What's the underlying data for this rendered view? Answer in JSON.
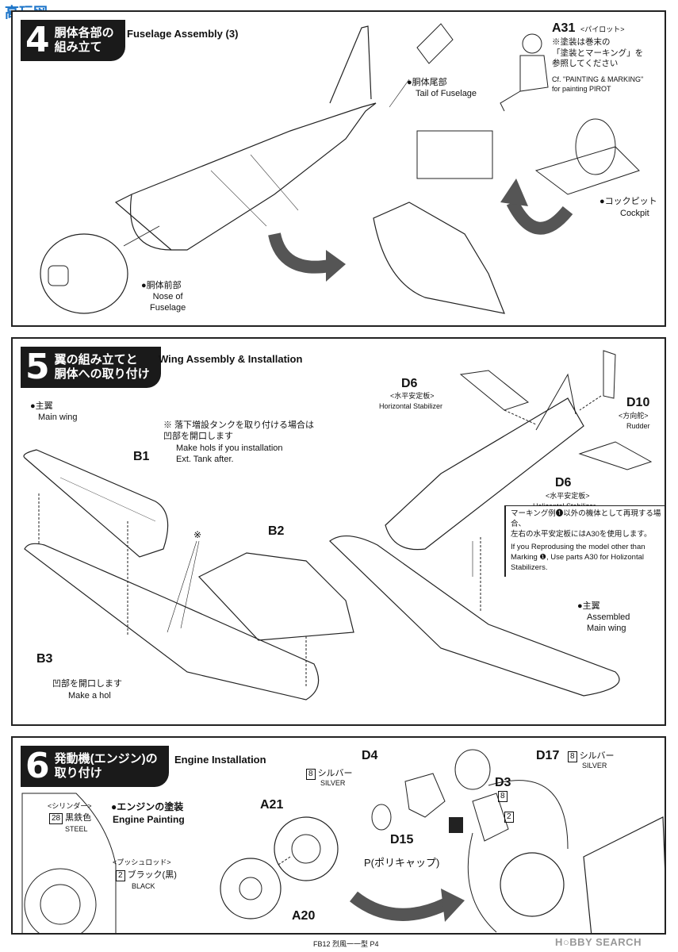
{
  "site_logo": {
    "text": "高玩网"
  },
  "step4": {
    "num": "4",
    "jp": "胴体各部の\n組み立て",
    "en": "Fuselage Assembly (3)",
    "tail_jp": "●胴体尾部",
    "tail_en": "Tail of Fuselage",
    "nose_jp": "●胴体前部",
    "nose_en": "Nose of\nFuselage",
    "cockpit_jp": "●コックピット",
    "cockpit_en": "Cockpit",
    "pilot_part": "A31",
    "pilot_jp": "<パイロット>",
    "pilot_note_jp": "※塗装は巻末の\n「塗装とマーキング」を\n参照してください",
    "pilot_note_en": "Cf. \"PAINTING & MARKING\"\nfor painting PIROT"
  },
  "step5": {
    "num": "5",
    "jp": "翼の組み立てと\n胴体への取り付け",
    "en": "Wing Assembly & Installation",
    "mainwing_jp": "●主翼",
    "mainwing_en": "Main wing",
    "hole_note_jp": "※ 落下増設タンクを取り付ける場合は\n凹部を開口します",
    "hole_note_en": "Make hols if you installation\nExt. Tank after.",
    "b1": "B1",
    "b2": "B2",
    "b3": "B3",
    "asterisk": "※",
    "open_jp": "凹部を開口します",
    "open_en": "Make a hol",
    "d6_top": "D6",
    "d6_top_jp": "<水平安定板>",
    "d6_top_en": "Horizontal Stabilizer",
    "d10": "D10",
    "d10_jp": "<方向舵>",
    "d10_en": "Rudder",
    "d6_bot": "D6",
    "d6_bot_jp": "<水平安定板>",
    "d6_bot_en": "Holizontal Stabilizer",
    "marking_note_jp": "マーキング例❶以外の機体として再現する場合、\n左右の水平安定板にはA30を使用します。",
    "marking_note_en": "If you Reprodusing the model other than\nMarking ❶, Use parts A30 for Holizontal\nStabilizers.",
    "assembled_jp": "●主翼",
    "assembled_en": "Assembled\nMain wing"
  },
  "step6": {
    "num": "6",
    "jp": "発動機(エンジン)の\n取り付け",
    "en": "Engine Installation",
    "cyl_jp": "<シリンダー>",
    "cyl_num": "28",
    "cyl_color_jp": "黒鉄色",
    "cyl_color_en": "STEEL",
    "paint_jp": "●エンジンの塗装",
    "paint_en": "Engine Painting",
    "push_jp": "<プッシュロッド>",
    "push_num": "2",
    "push_color_jp": "ブラック(黒)",
    "push_color_en": "BLACK",
    "a21": "A21",
    "a20": "A20",
    "d4": "D4",
    "d4_num": "8",
    "d4_color_jp": "シルバー",
    "d4_color_en": "SILVER",
    "d15": "D15",
    "poly": "P(ポリキャップ)",
    "d17": "D17",
    "d17_num": "8",
    "d17_color_jp": "シルバー",
    "d17_color_en": "SILVER",
    "d3": "D3",
    "d3_num": "8",
    "d3_num2": "2"
  },
  "footer": {
    "text": "FB12  烈風一一型  P4"
  },
  "watermark": {
    "text": "H○BBY SEARCH"
  }
}
